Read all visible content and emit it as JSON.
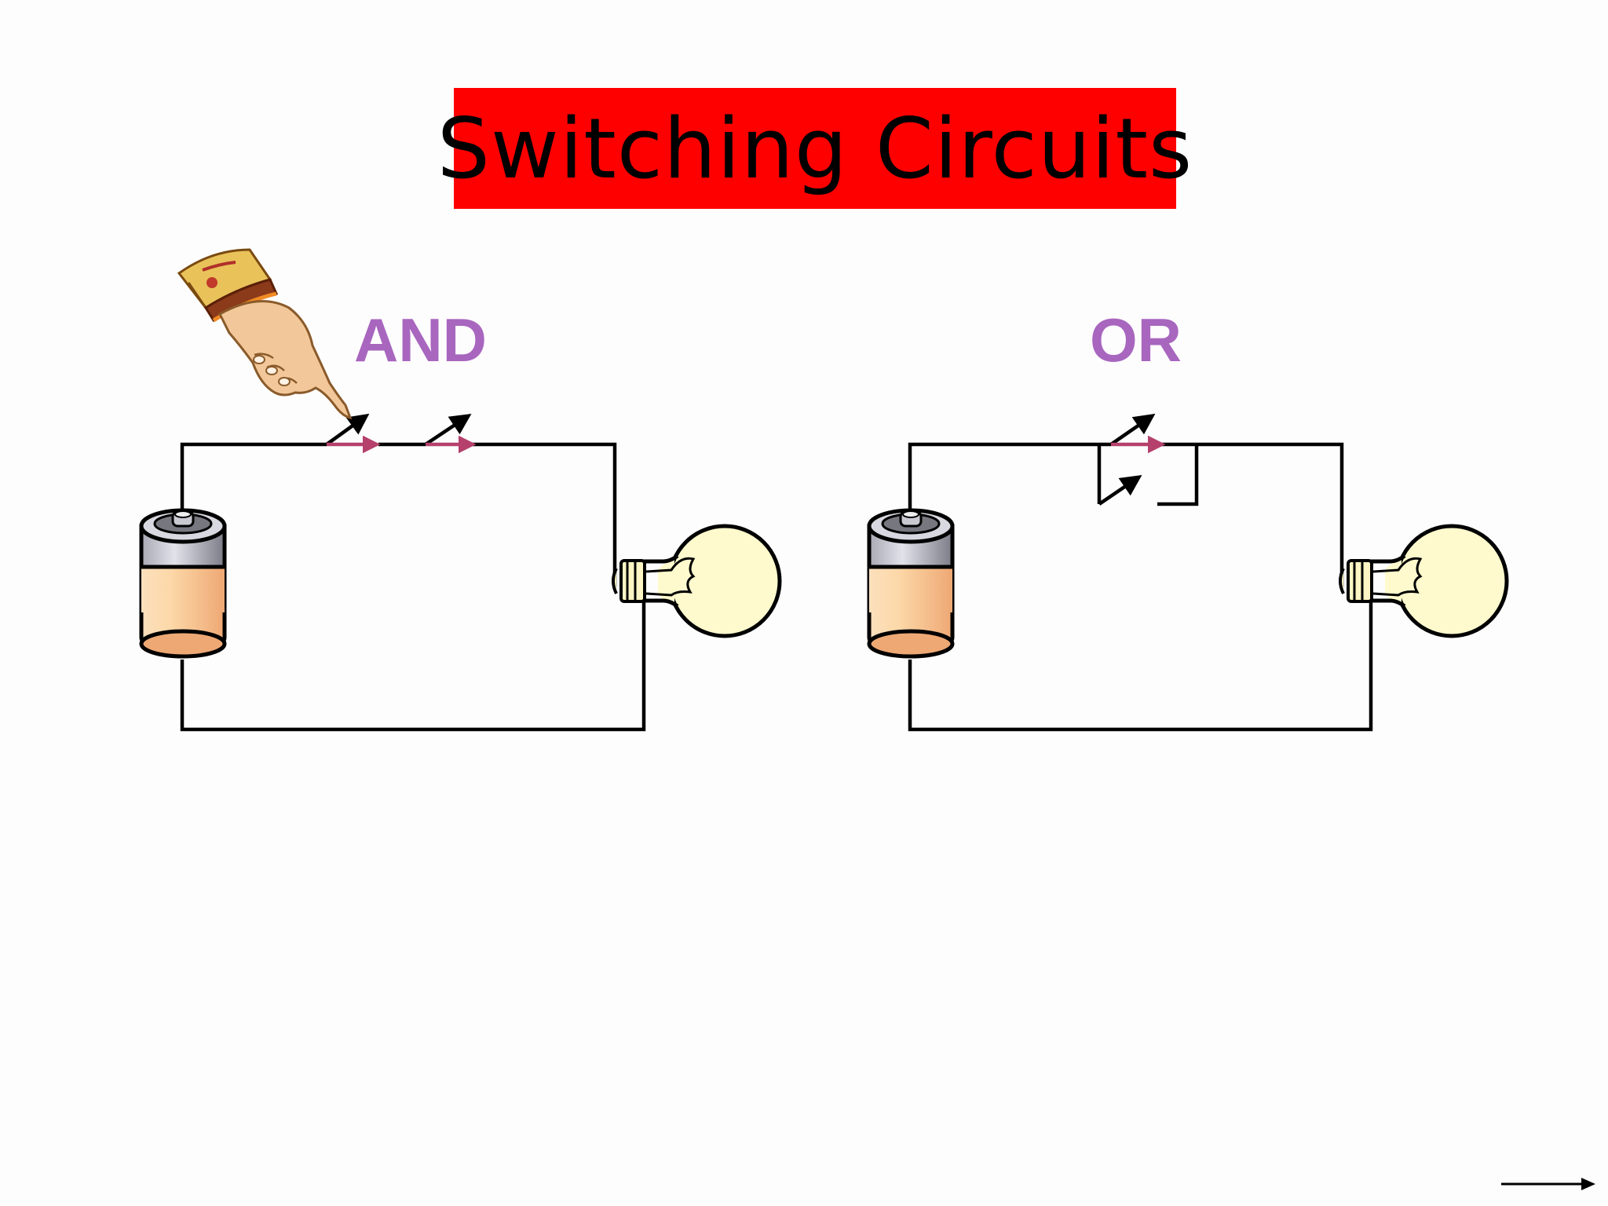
{
  "title": {
    "text": "Switching Circuits",
    "background_color": "#ff0000",
    "text_color": "#000000"
  },
  "circuits": [
    {
      "label": "AND",
      "label_color": "#a866bf",
      "switches": 2,
      "wiring": "series"
    },
    {
      "label": "OR",
      "label_color": "#a866bf",
      "switches": 2,
      "wiring": "parallel"
    }
  ],
  "components": {
    "battery_icon": "battery-icon",
    "bulb_icon": "light-bulb-icon",
    "pointer_icon": "pointing-hand-icon",
    "next_icon": "arrow-right-icon"
  },
  "colors": {
    "wire": "#000000",
    "switch_closed": "#b5406c",
    "bulb_fill": "#fffacd",
    "battery_body": "#f7c08a",
    "battery_cap": "#8a8a96"
  }
}
